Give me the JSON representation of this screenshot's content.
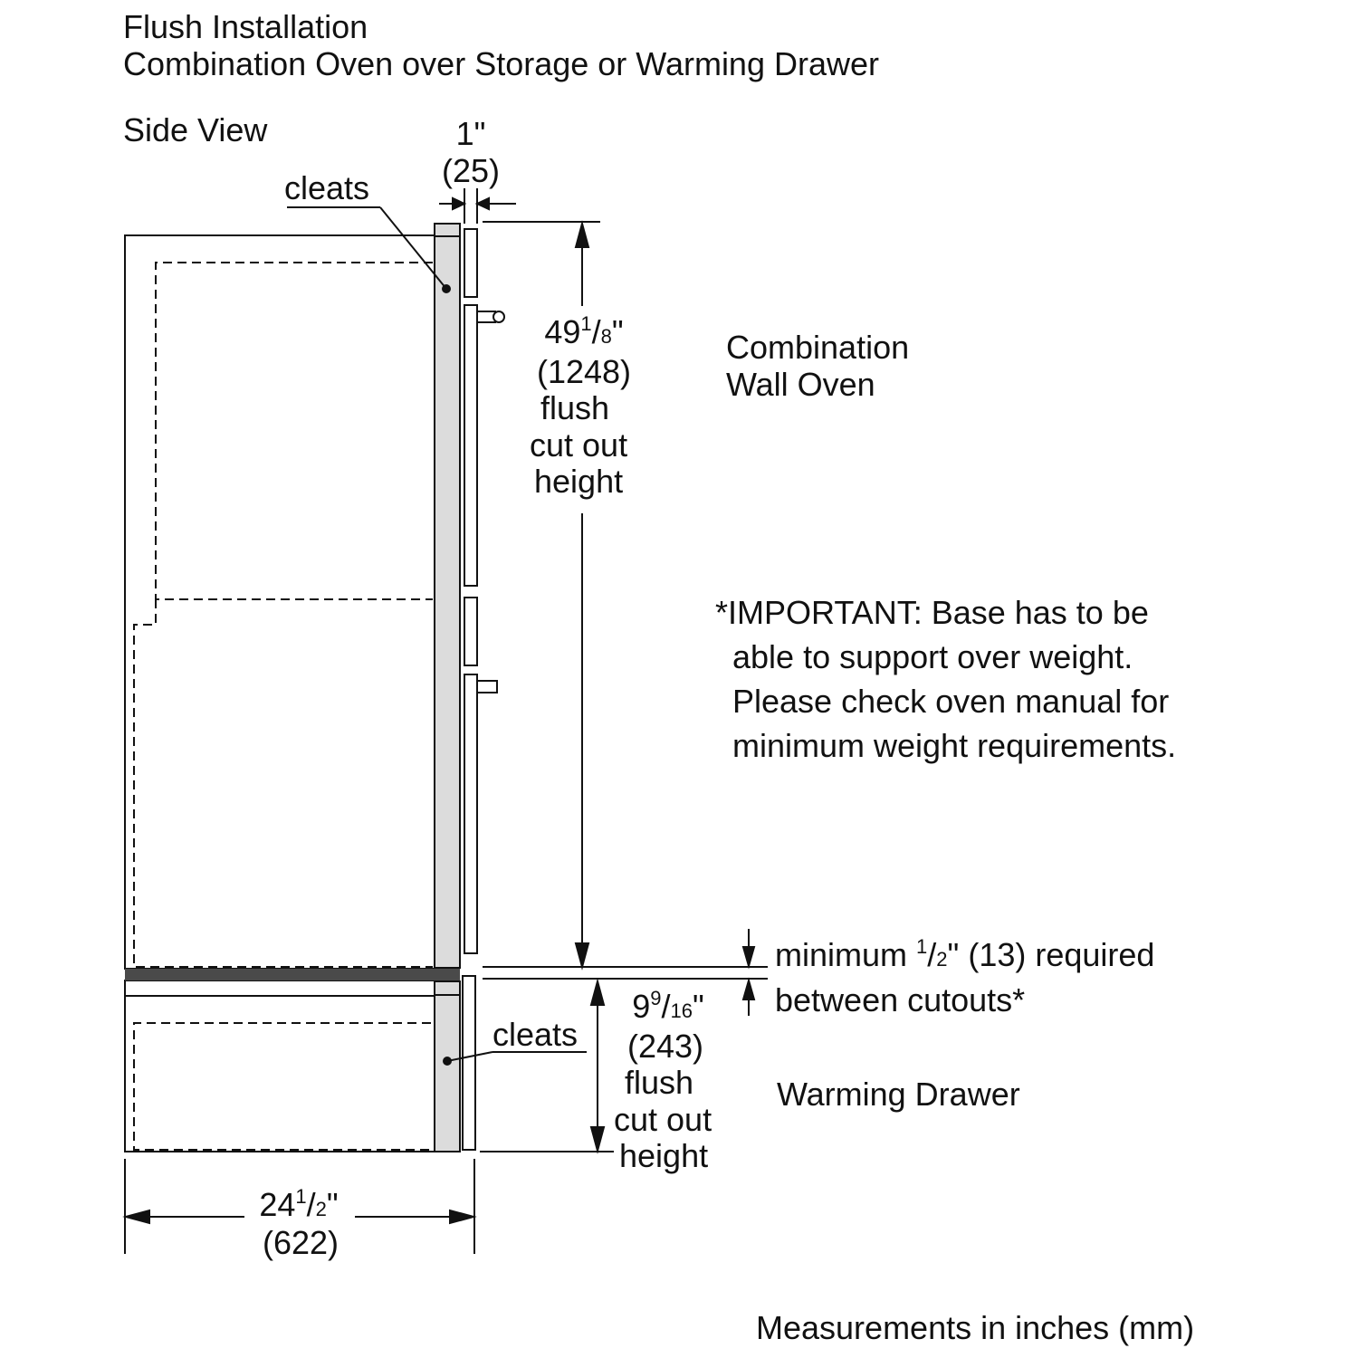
{
  "header": {
    "title": "Flush Installation",
    "subtitle": "Combination Oven over Storage or Warming Drawer",
    "view": "Side View"
  },
  "labels": {
    "cleats_top": "cleats",
    "cleats_bottom": "cleats",
    "combination_oven": [
      "Combination",
      "Wall Oven"
    ],
    "warming_drawer": "Warming Drawer",
    "important_note": [
      "*IMPORTANT: Base has to be",
      "able to support over weight.",
      "Please check oven manual for",
      "minimum weight requirements."
    ],
    "units_note": "Measurements in inches (mm)"
  },
  "dimensions": {
    "panel_depth": {
      "inches": "1\"",
      "mm": "(25)"
    },
    "oven_cutout": {
      "whole": "49",
      "num": "1",
      "den": "8",
      "mm": "(1248)",
      "caption": [
        "flush",
        "cut out",
        "height"
      ]
    },
    "drawer_cutout": {
      "whole": "9",
      "num": "9",
      "den": "16",
      "mm": "(243)",
      "caption": [
        "flush",
        "cut out",
        "height"
      ]
    },
    "cabinet_depth": {
      "whole": "24",
      "num": "1",
      "den": "2",
      "mm": "(622)"
    },
    "gap": {
      "prefix": "minimum",
      "num": "1",
      "den": "2",
      "suffix": "\" (13) required",
      "line2": "between cutouts*"
    }
  },
  "colors": {
    "line": "#111111",
    "panel_fill": "#dcdcdc",
    "shelf": "#4a4a4a"
  }
}
